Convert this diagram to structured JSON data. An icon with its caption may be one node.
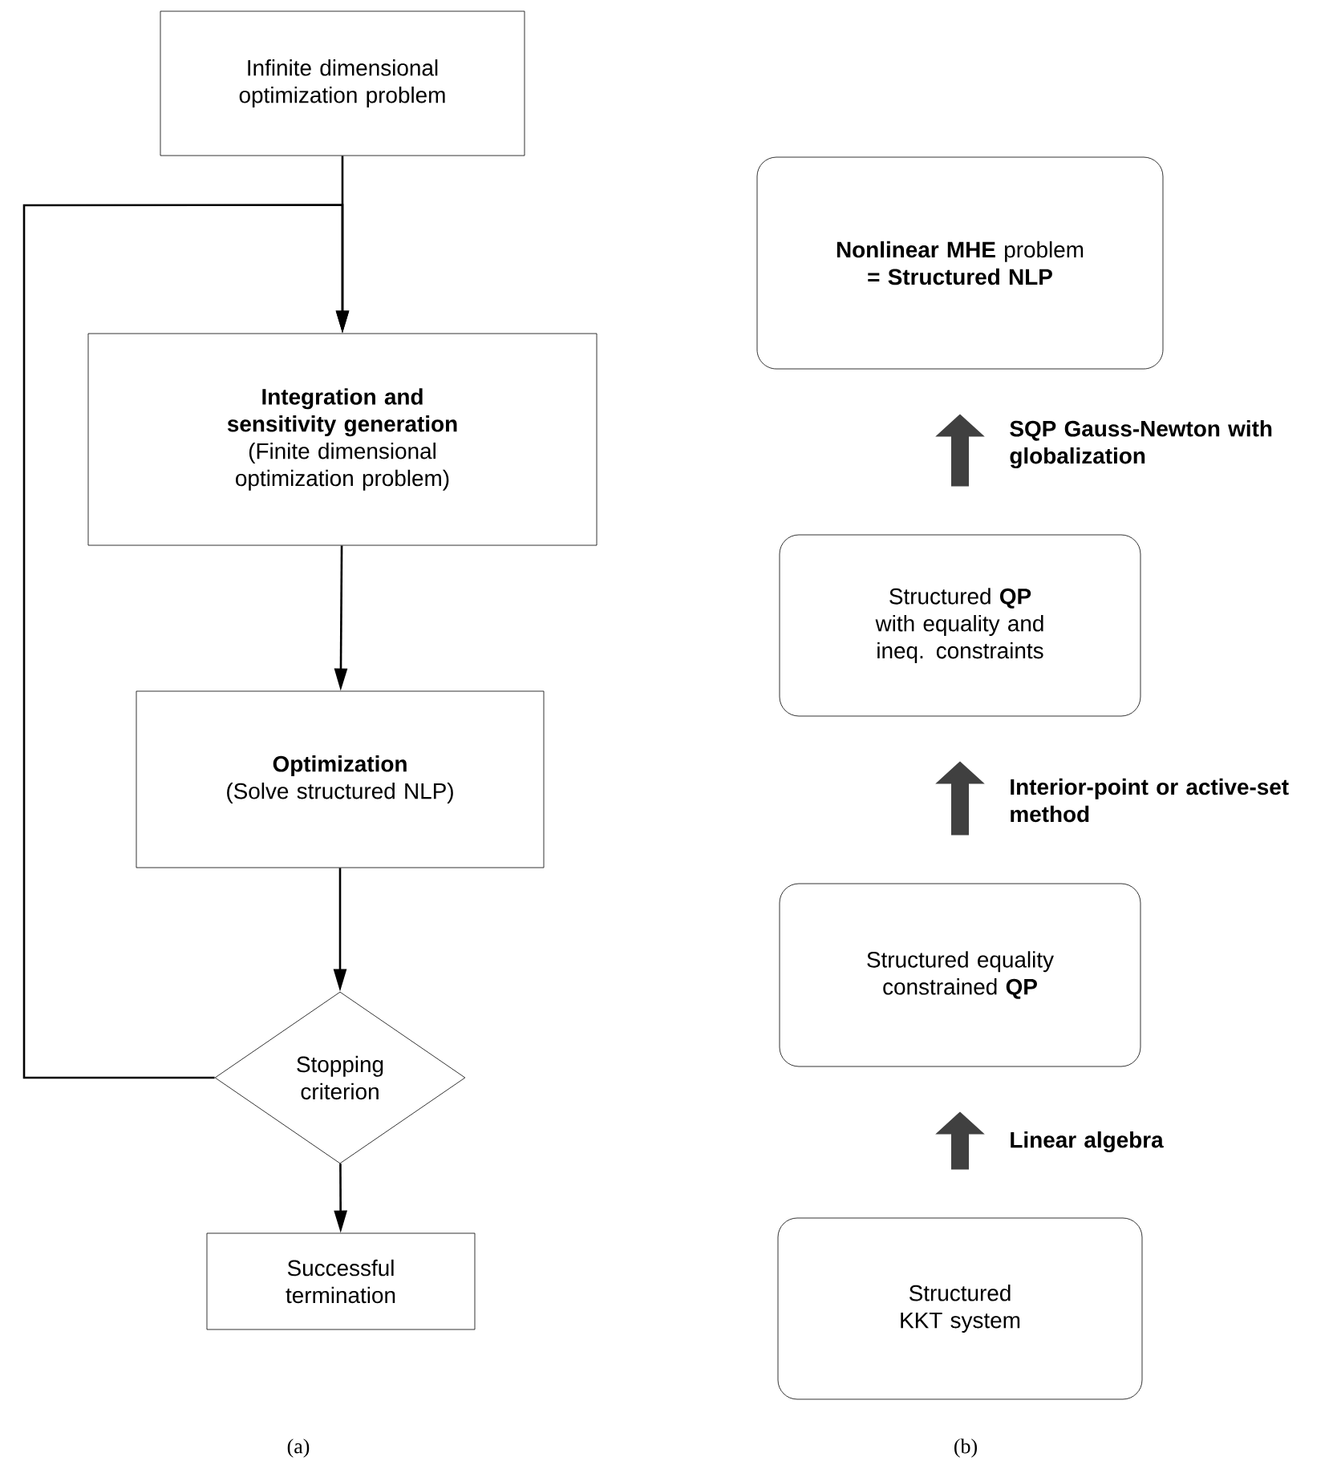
{
  "diagram": {
    "nodes": [
      {
        "text": [
          "Infinite dimensional optimization problem"
        ]
      },
      {
        "text": [
          "Integration and sensitivity generation",
          "(Finite dimensional optimization problem)"
        ]
      },
      {
        "text": [
          "Optimization",
          "(Solve structured NLP)"
        ]
      },
      {
        "text": [
          "Stopping criterion"
        ]
      },
      {
        "text": [
          "Successful termination"
        ]
      },
      {
        "text": [
          "**Nonlinear MHE** problem **= Structured NLP**"
        ]
      },
      {
        "text": [
          "Structured **QP** with equality and ineq. constraints"
        ]
      },
      {
        "text": [
          "Structured equality constrained **QP**"
        ]
      },
      {
        "text": [
          "Structured KKT system"
        ]
      }
    ],
    "edges": [
      {
        "from": 0,
        "to": 1,
        "arrow": "to"
      },
      {
        "from": 1,
        "to": 2,
        "arrow": "to"
      },
      {
        "from": 2,
        "to": 3,
        "arrow": "to"
      },
      {
        "from": 3,
        "to": 4,
        "arrow": "to"
      },
      {
        "from": 3,
        "to": 1,
        "arrow": "to"
      },
      {
        "from": 6,
        "to": 5,
        "arrow": "to",
        "label": "SQP Gauss-Newton with globalization",
        "style": "thick",
        "color": "#404040"
      },
      {
        "from": 7,
        "to": 6,
        "arrow": "to",
        "label": "Interior-point or active-set method",
        "style": "thick",
        "color": "#404040"
      },
      {
        "from": 8,
        "to": 7,
        "arrow": "to",
        "label": "Linear algebra",
        "style": "thick",
        "color": "#404040"
      }
    ],
    "labels": [
      "(a)",
      "(b)"
    ]
  }
}
